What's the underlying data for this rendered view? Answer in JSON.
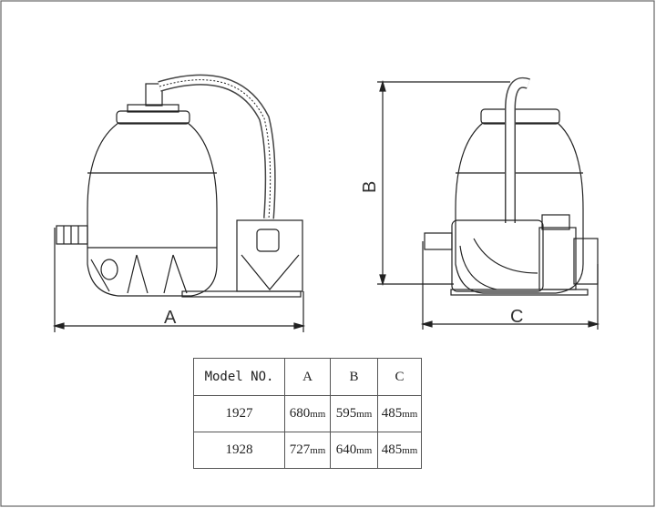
{
  "dimensions": {
    "a_label": "A",
    "b_label": "B",
    "c_label": "C"
  },
  "table": {
    "headers": [
      "Model NO.",
      "A",
      "B",
      "C"
    ],
    "rows": [
      {
        "model": "1927",
        "a": "680",
        "b": "595",
        "c": "485"
      },
      {
        "model": "1928",
        "a": "727",
        "b": "640",
        "c": "485"
      }
    ],
    "unit": "mm"
  }
}
